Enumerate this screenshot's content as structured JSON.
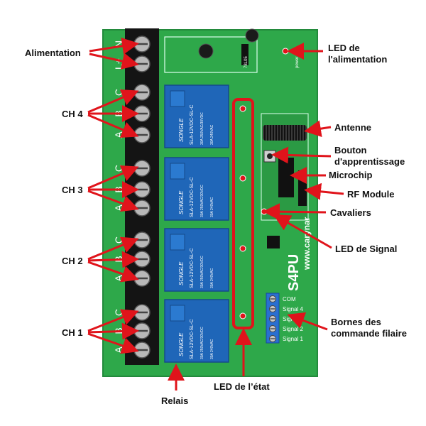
{
  "labels": {
    "alimentation": "Alimentation",
    "ch4": "CH 4",
    "ch3": "CH 3",
    "ch2": "CH 2",
    "ch1": "CH 1",
    "relais": "Relais",
    "led_etat": "LED de l’état",
    "led_alim_1": "LED de",
    "led_alim_2": "l'alimentation",
    "antenne": "Antenne",
    "bouton_1": "Bouton",
    "bouton_2": "d'apprentissage",
    "microchip": "Microchip",
    "rf_module": "RF Module",
    "cavaliers": "Cavaliers",
    "led_signal": "LED de Signal",
    "bornes_1": "Bornes des",
    "bornes_2": "commande filaire"
  },
  "board": {
    "model": "S4PU",
    "website": "www.carynar",
    "relay_brand": "SONGLE",
    "relay_model": "SLA-12VDC-SL-C",
    "relay_spec_1": "30A 250VAC/30VDC",
    "relay_spec_2": "30A 240VAC",
    "terminal_marks": {
      "power": [
        "L+",
        "N"
      ],
      "channel": [
        "A",
        "B",
        "C"
      ]
    },
    "signal_terminals": [
      "COM",
      "Signal 4",
      "Signal 3",
      "Signal 2",
      "Signal 1"
    ],
    "chip_text": "78L05",
    "power_text": "power"
  },
  "colors": {
    "pcb": "#2ea84a",
    "relay": "#1f66b8",
    "terminal": "#141414",
    "arrow": "#e0141b",
    "highlight": "#e0141b",
    "screw_terminal_blue": "#2a6fd0"
  }
}
